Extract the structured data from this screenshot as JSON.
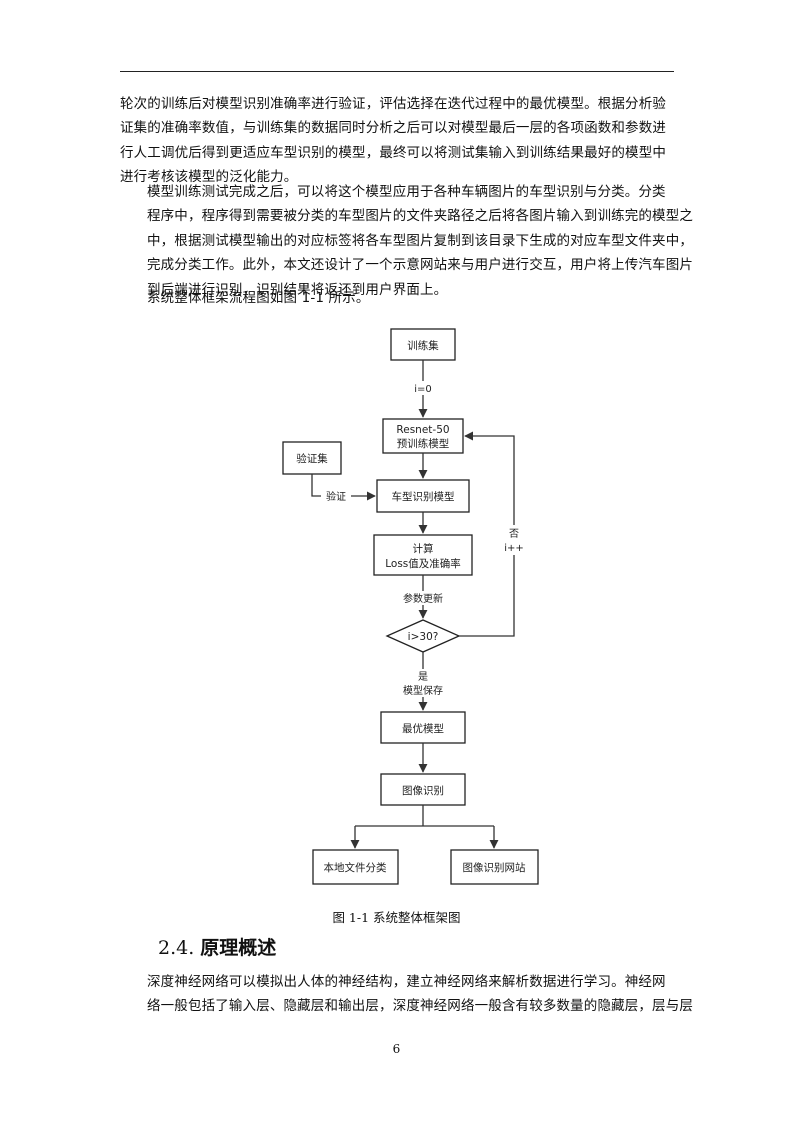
{
  "body_top": {
    "para1_lines": [
      "轮次的训练后对模型识别准确率进行验证，评估选择在迭代过程中的最优模型。根据分析验",
      "证集的准确率数值，与训练集的数据同时分析之后可以对模型最后一层的各项函数和参数进",
      "行人工调优后得到更适应车型识别的模型，最终可以将测试集输入到训练结果最好的模型中",
      "进行考核该模型的泛化能力。"
    ],
    "para2_lines": [
      "模型训练测试完成之后，可以将这个模型应用于各种车辆图片的车型识别与分类。分类",
      "程序中，程序得到需要被分类的车型图片的文件夹路径之后将各图片输入到训练完的模型之",
      "中，根据测试模型输出的对应标签将各车型图片复制到该目录下生成的对应车型文件夹中，",
      "完成分类工作。此外，本文还设计了一个示意网站来与用户进行交互，用户将上传汽车图片",
      "到后端进行识别，识别结果将返还到用户界面上。"
    ],
    "para3": "系统整体框架流程图如图 1-1 所示。"
  },
  "flowchart": {
    "nodes": {
      "train_set": "训练集",
      "resnet_line1": "Resnet-50",
      "resnet_line2": "预训练模型",
      "val_set": "验证集",
      "car_model": "车型识别模型",
      "calc_line1": "计算",
      "calc_line2": "Loss值及准确率",
      "decision": "i>30?",
      "best_model": "最优模型",
      "image_recog": "图像识别",
      "local_classify": "本地文件分类",
      "recog_site": "图像识别网站"
    },
    "edges": {
      "i_init": "i=0",
      "validate": "验证",
      "param_update": "参数更新",
      "no": "否",
      "i_incr": "i++",
      "yes": "是",
      "model_save": "模型保存"
    }
  },
  "caption": "图 1-1  系统整体框架图",
  "section": {
    "number": "2.4.",
    "title": "原理概述"
  },
  "body_bottom": {
    "para4_lines": [
      "深度神经网络可以模拟出人体的神经结构，建立神经网络来解析数据进行学习。神经网",
      "络一般包括了输入层、隐藏层和输出层，深度神经网络一般含有较多数量的隐藏层，层与层"
    ]
  },
  "page_number": "6"
}
